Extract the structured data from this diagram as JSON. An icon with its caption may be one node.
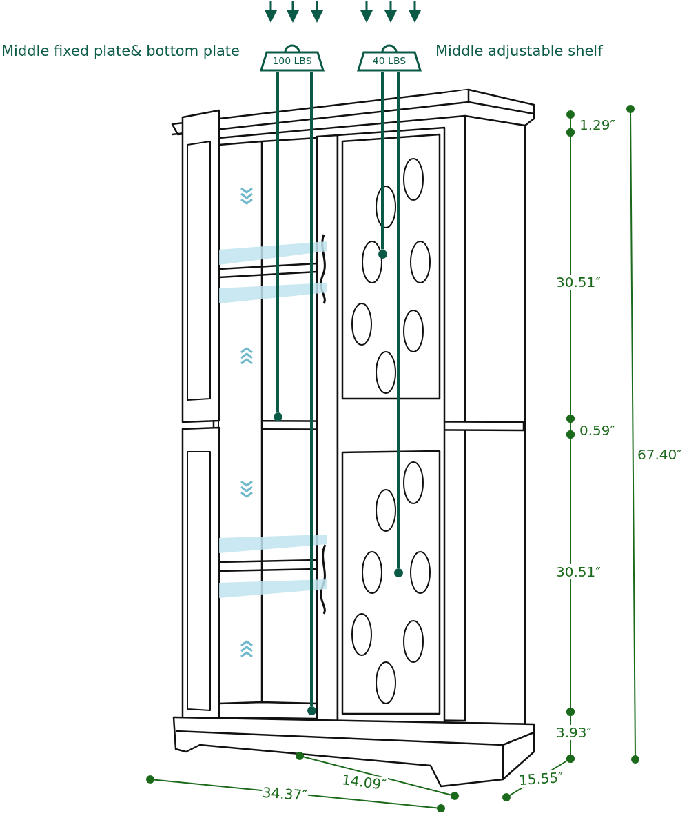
{
  "diagram": {
    "nodes": [
      {
        "text": [
          "100 LBS"
        ],
        "beside": [
          "Middle fixed plate& bottom plate"
        ]
      },
      {
        "text": [
          "40 LBS"
        ],
        "beside": [
          "Middle adjustable shelf"
        ]
      },
      {
        "text": [],
        "shape": "circle"
      },
      {
        "text": [],
        "shape": "circle"
      },
      {
        "text": [],
        "shape": "circle"
      },
      {
        "text": [],
        "shape": "circle"
      }
    ],
    "edges": [
      {
        "from": 0,
        "to": 2,
        "arrow": "none"
      },
      {
        "from": 0,
        "to": 3,
        "arrow": "none"
      },
      {
        "from": 1,
        "to": 4,
        "arrow": "none"
      },
      {
        "from": 1,
        "to": 5,
        "arrow": "none"
      }
    ],
    "labels": [
      "1.29″",
      "30.51″",
      "0.59″",
      "30.51″",
      "67.40″",
      "3.93″",
      "14.09″",
      "15.55″",
      "34.37″"
    ]
  }
}
